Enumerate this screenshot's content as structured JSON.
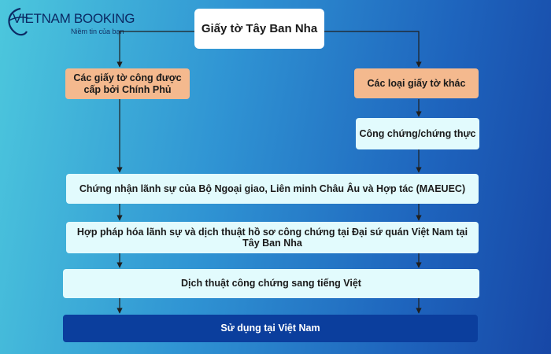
{
  "logo": {
    "brand": "VIETNAM BOOKING",
    "tagline": "Niềm tin của bạn"
  },
  "diagram": {
    "title": "Giấy tờ Tây Ban Nha",
    "left_branch": "Các giấy tờ công được cấp bởi Chính Phủ",
    "right_branch": "Các loại giấy tờ khác",
    "right_step": "Công chứng/chứng thực",
    "steps": [
      "Chứng nhận lãnh sự của Bộ Ngoại giao, Liên minh Châu Âu và Hợp tác (MAEUEC)",
      "Hợp pháp hóa lãnh sự và dịch thuật hồ sơ công chứng tại Đại sứ quán Việt Nam tại Tây Ban Nha",
      "Dịch thuật công chứng sang tiếng Việt"
    ],
    "final": "Sử dụng tại Việt Nam"
  },
  "colors": {
    "connector": "#1f1f1f",
    "branch_fill": "#f4b98e",
    "step_fill": "#e2fbfd",
    "final_fill": "#0b3e9d"
  }
}
